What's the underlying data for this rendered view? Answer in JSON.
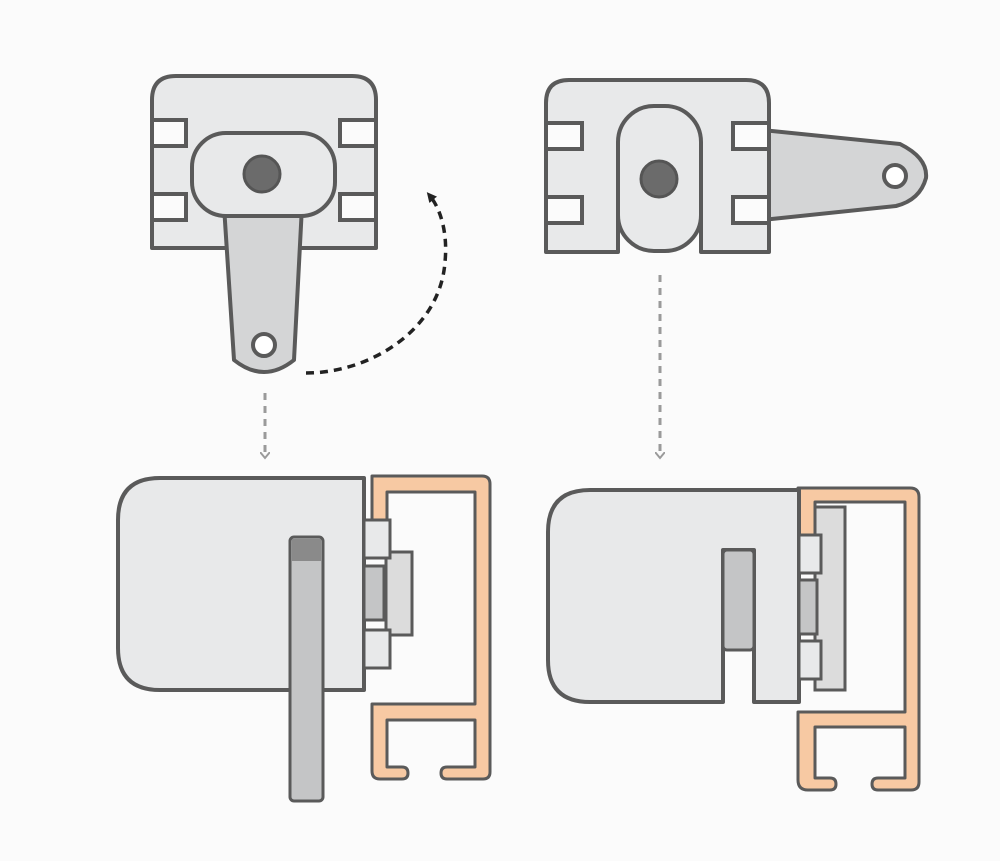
{
  "diagram": {
    "colors": {
      "background": "#fbfbfb",
      "outline": "#5a5a5a",
      "body_fill": "#e8e9ea",
      "arm_fill": "#d4d5d6",
      "bar_fill": "#c4c5c6",
      "pivot_fill": "#6b6b6b",
      "track_fill": "#f7c9a3",
      "dashed_curve": "#222222",
      "dashed_guide": "#9a9a9a"
    },
    "views": [
      {
        "id": "top-left",
        "label": "",
        "arm_orientation": "down"
      },
      {
        "id": "top-right",
        "label": "",
        "arm_orientation": "right"
      },
      {
        "id": "bottom-left",
        "label": "",
        "state": "arm-extended"
      },
      {
        "id": "bottom-right",
        "label": "",
        "state": "arm-retracted"
      }
    ],
    "arrows": [
      {
        "id": "rotation-arrow",
        "style": "dashed-curved",
        "meaning": "rotate arm"
      },
      {
        "id": "guide-left",
        "style": "dashed-straight",
        "direction": "down"
      },
      {
        "id": "guide-right",
        "style": "dashed-straight",
        "direction": "down"
      }
    ]
  }
}
